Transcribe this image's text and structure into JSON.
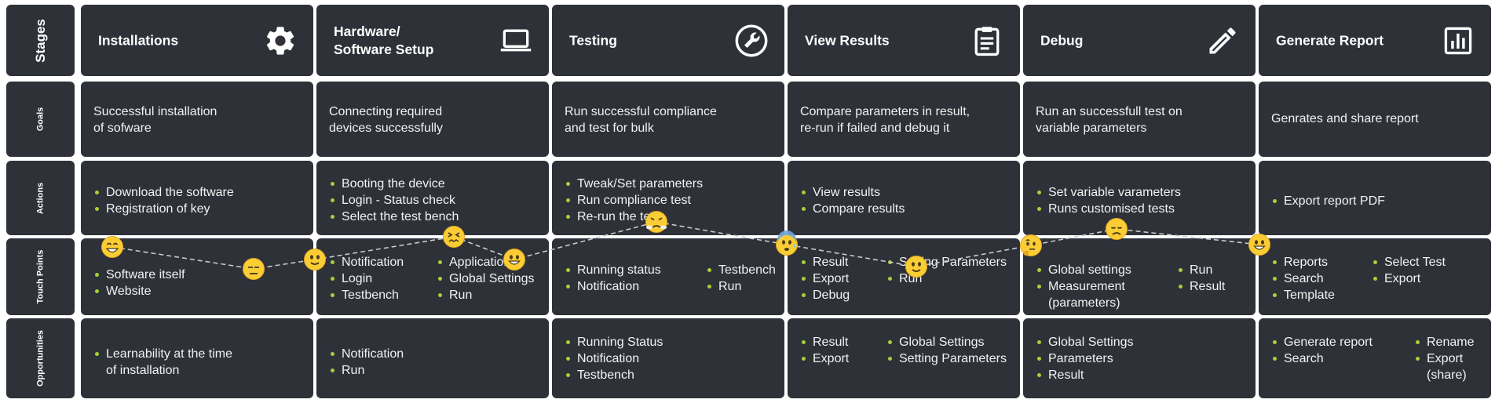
{
  "row_labels": [
    "Stages",
    "Goals",
    "Actions",
    "Touch\nPoints",
    "Opportunities"
  ],
  "stages": [
    {
      "title": "Installations",
      "icon": "gear-icon",
      "goal": "Successful installation\nof sofware",
      "actions": [
        "Download the software",
        "Registration of key"
      ],
      "touch_points": [
        [
          "Software itself",
          "Website"
        ]
      ],
      "opportunities": [
        [
          "Learnability at the time\nof installation"
        ]
      ]
    },
    {
      "title": "Hardware/\nSoftware Setup",
      "icon": "laptop-icon",
      "goal": "Connecting required\ndevices successfully",
      "actions": [
        "Booting the device",
        "Login - Status check",
        "Select the test bench"
      ],
      "touch_points": [
        [
          "Notification",
          "Login",
          "Testbench"
        ],
        [
          "Application",
          "Global Settings",
          "Run"
        ]
      ],
      "opportunities": [
        [
          "Notification",
          "Run"
        ]
      ]
    },
    {
      "title": "Testing",
      "icon": "wrench-icon",
      "goal": "Run successful compliance\nand test for bulk",
      "actions": [
        "Tweak/Set parameters",
        "Run compliance test",
        "Re-run the test"
      ],
      "touch_points": [
        [
          "Running status",
          "Notification"
        ],
        [
          "Testbench",
          "Run"
        ]
      ],
      "opportunities": [
        [
          "Running Status",
          "Notification",
          "Testbench"
        ]
      ]
    },
    {
      "title": "View Results",
      "icon": "clipboard-icon",
      "goal": "Compare parameters in result,\nre-run if failed and debug it",
      "actions": [
        "View results",
        "Compare results"
      ],
      "touch_points": [
        [
          "Result",
          "Export",
          "Debug"
        ],
        [
          "Setting Parameters",
          "Run"
        ]
      ],
      "opportunities": [
        [
          "Result",
          "Export"
        ],
        [
          "Global Settings",
          "Setting Parameters"
        ]
      ]
    },
    {
      "title": "Debug",
      "icon": "pencil-icon",
      "goal": "Run an successfull test on\nvariable parameters",
      "actions": [
        "Set variable varameters",
        "Runs customised tests"
      ],
      "touch_points": [
        [
          "Global settings",
          "Measurement\n(parameters)"
        ],
        [
          "Run",
          "Result"
        ]
      ],
      "opportunities": [
        [
          "Global Settings",
          "Parameters",
          "Result"
        ]
      ]
    },
    {
      "title": "Generate Report",
      "icon": "bar-chart-icon",
      "goal": "Genrates and share report",
      "actions": [
        "Export report PDF"
      ],
      "touch_points": [
        [
          "Reports",
          "Search",
          "Template"
        ],
        [
          "Select Test",
          "Export"
        ]
      ],
      "opportunities": [
        [
          "Generate report",
          "Search"
        ],
        [
          "Rename",
          "Export\n(share)"
        ]
      ]
    }
  ],
  "emotions": [
    {
      "name": "grinning-emoji",
      "mood": "grinning"
    },
    {
      "name": "expressionless-emoji",
      "mood": "expressionless"
    },
    {
      "name": "slight-smile-emoji",
      "mood": "slight-smile"
    },
    {
      "name": "confounded-emoji",
      "mood": "confounded"
    },
    {
      "name": "smiley-emoji",
      "mood": "smiley"
    },
    {
      "name": "steaming-emoji",
      "mood": "steaming"
    },
    {
      "name": "anxious-sweat-emoji",
      "mood": "anxious-sweat"
    },
    {
      "name": "slight-smile-emoji",
      "mood": "slight-smile"
    },
    {
      "name": "thinking-emoji",
      "mood": "thinking"
    },
    {
      "name": "disappointed-emoji",
      "mood": "disappointed"
    },
    {
      "name": "smiley-emoji",
      "mood": "smiley"
    }
  ],
  "colors": {
    "cell": "#2e3138",
    "bullet": "#a6d13a",
    "emoji_face": "#fbcd35",
    "curve": "#c7c9cc"
  }
}
